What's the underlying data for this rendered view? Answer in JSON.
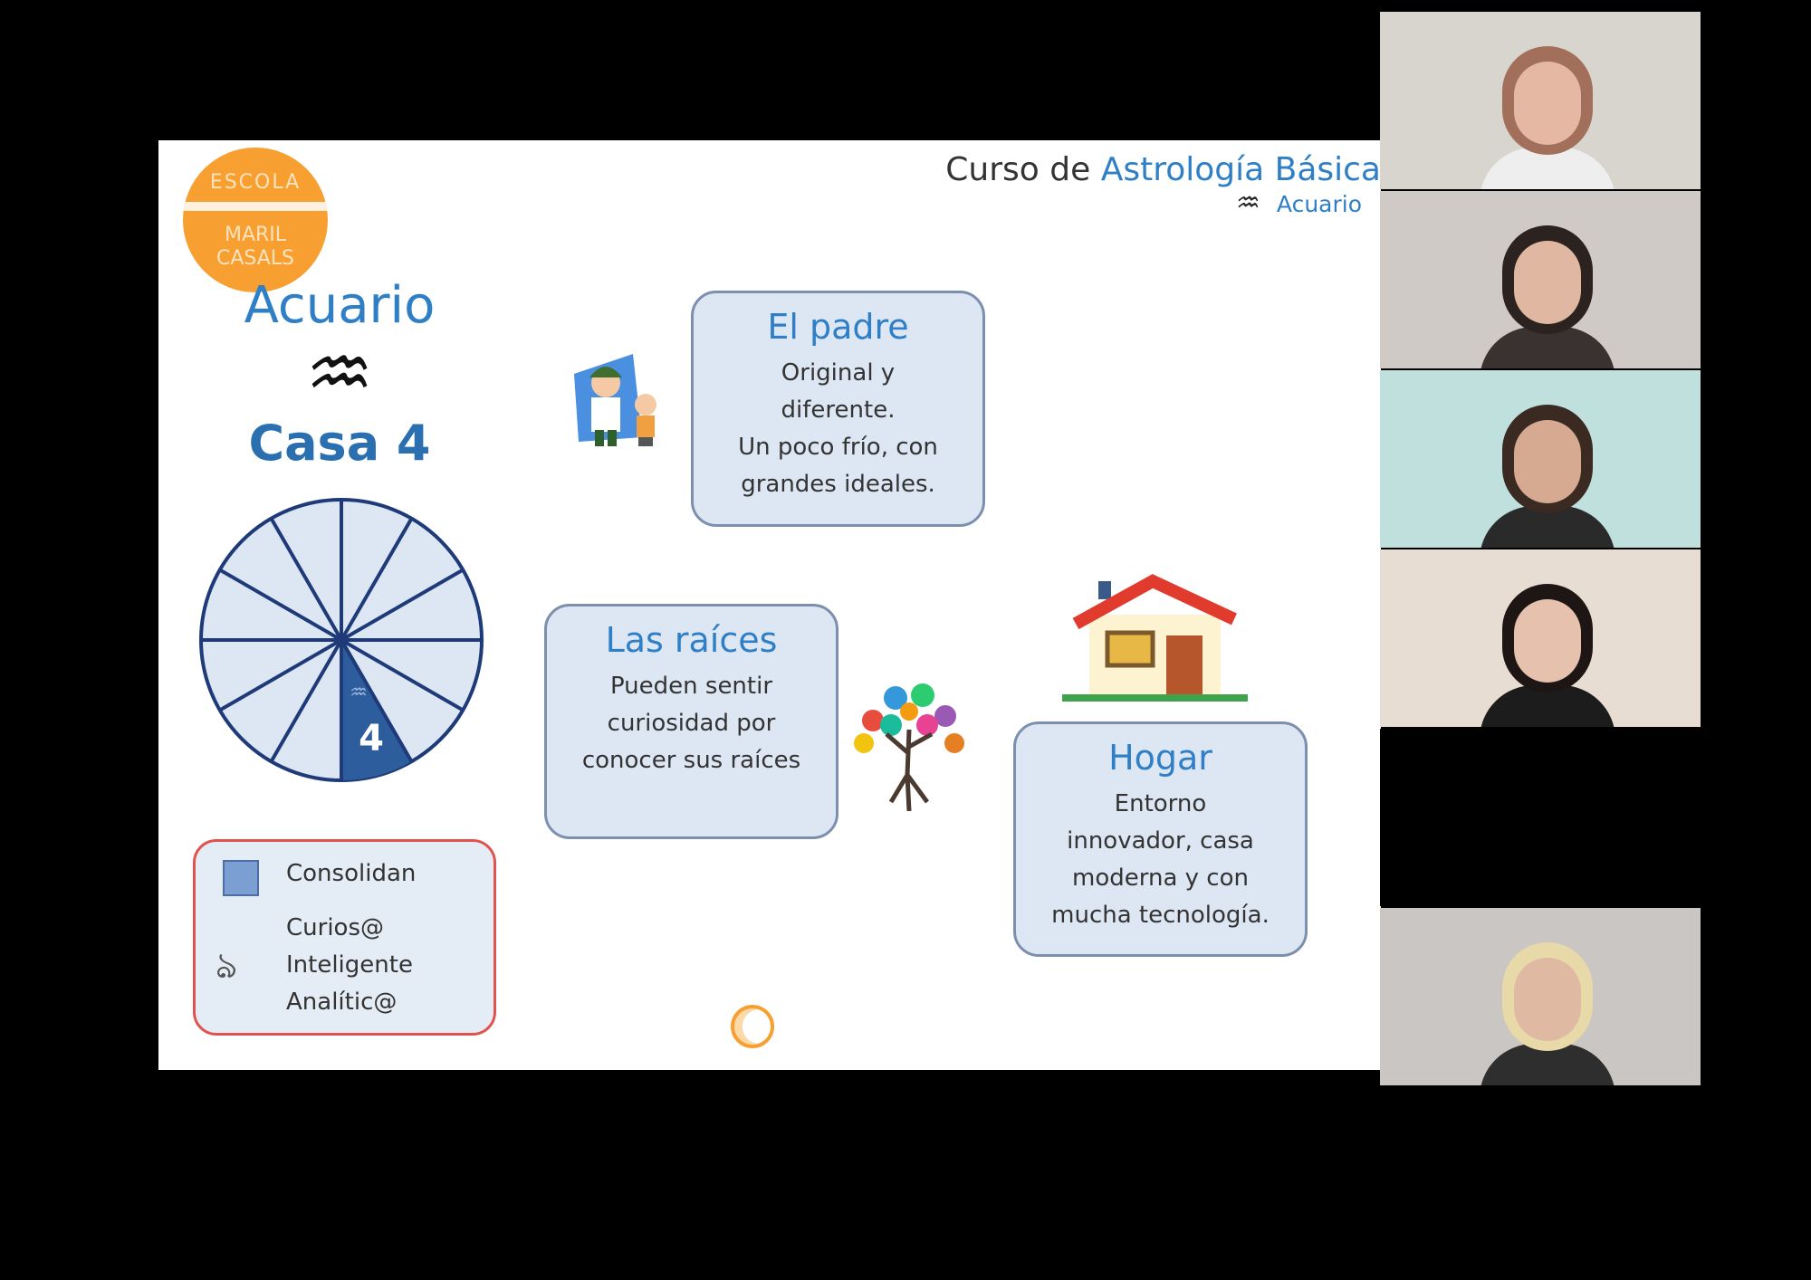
{
  "slide": {
    "logo": {
      "text": [
        "ESCOLA",
        "MARIL",
        "CASALS"
      ],
      "color": "#f7a031"
    },
    "header": {
      "prefix": "Curso de",
      "course": "Astrología Básica",
      "sign": "Acuario",
      "sign_glyph": "♒"
    },
    "sign_title": "Acuario",
    "sign_glyph": "♒",
    "house_title": "Casa 4",
    "wheel": {
      "house_number": "4",
      "sign_glyph": "♒",
      "highlight_color": "#2e5d9e",
      "fill_color": "#dde7f3"
    },
    "legend": {
      "items": [
        {
          "icon": "blue-square-icon",
          "label": "Consolidan"
        },
        {
          "icon": "swirl-icon",
          "lines": [
            "Curios@",
            "Inteligente",
            "Analític@"
          ]
        }
      ]
    },
    "cards": [
      {
        "title": "El padre",
        "lines": [
          "Original y",
          "diferente.",
          "Un poco frío, con",
          "grandes ideales."
        ],
        "icon": "father-son-icon"
      },
      {
        "title": "Las raíces",
        "lines": [
          "Pueden sentir",
          "curiosidad por",
          "conocer sus raíces"
        ],
        "icon": "tree-icon"
      },
      {
        "title": "Hogar",
        "lines": [
          "Entorno",
          "innovador, casa",
          "moderna y con",
          "mucha tecnología."
        ],
        "icon": "house-icon"
      }
    ]
  },
  "video_panel": {
    "tiles": [
      {
        "bg": "#d8d4ce",
        "shirt": "#eeeeee",
        "hair": "#a2705a",
        "skin": "#e4b8a2"
      },
      {
        "bg": "#cfcac6",
        "shirt": "#3a3230",
        "hair": "#2c2220",
        "skin": "#e0b7a0"
      },
      {
        "bg": "#bfe0dd",
        "shirt": "#2a2a2a",
        "hair": "#3a2a22",
        "skin": "#d6a991"
      },
      {
        "bg": "#e8ddd2",
        "shirt": "#1c1c1c",
        "hair": "#1e1614",
        "skin": "#e6c1ad"
      },
      {
        "bg": "#000000"
      },
      {
        "bg": "#c9c6c3",
        "shirt": "#2e2e2e",
        "hair": "#e8d9a8",
        "skin": "#e0b9a3"
      }
    ]
  }
}
